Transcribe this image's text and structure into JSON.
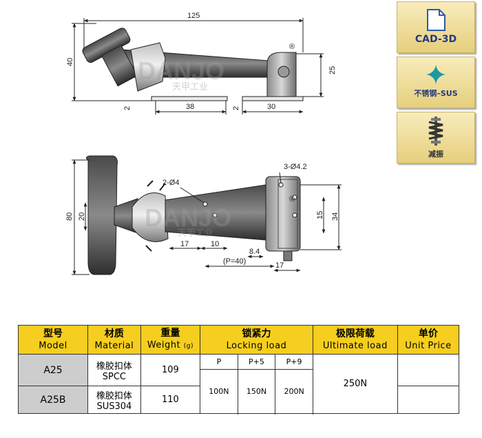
{
  "drawing_top": {
    "dims": {
      "overall_length": "125",
      "height": "40",
      "base_height": "25",
      "base_left_width": "38",
      "base_right_width": "30",
      "thickness_left": "2",
      "thickness_right": "2"
    }
  },
  "drawing_bottom": {
    "dims": {
      "holes_3": "3-Ø4.2",
      "holes_2": "2-Ø4",
      "height_80": "80",
      "width_20": "20",
      "hole_spacing_15": "15",
      "height_34": "34",
      "offset_17": "17",
      "offset_10": "10",
      "offset_8_4": "8.4",
      "pitch_p": "(P=40)",
      "right_17": "17"
    }
  },
  "watermark": {
    "brand": "DANJO",
    "cn": "天甲工业"
  },
  "badges": [
    {
      "label": "CAD-3D",
      "icon": "document-icon"
    },
    {
      "label": "不锈钢–SUS",
      "icon": "sparkle-icon"
    },
    {
      "label": "减振",
      "icon": "spring-icon"
    }
  ],
  "table": {
    "headers": {
      "model_cn": "型号",
      "model_en": "Model",
      "material_cn": "材质",
      "material_en": "Material",
      "weight_cn": "重量",
      "weight_en": "Weight",
      "weight_unit": "(g)",
      "locking_cn": "锁紧力",
      "locking_en": "Locking load",
      "ultimate_cn": "极限荷载",
      "ultimate_en": "Ultimate load",
      "price_cn": "单价",
      "price_en": "Unit Price"
    },
    "locking_sub": [
      "P",
      "P+5",
      "P+9"
    ],
    "locking_values": [
      "100N",
      "150N",
      "200N"
    ],
    "ultimate_value": "250N",
    "rows": [
      {
        "model": "A25",
        "material_1": "橡胶扣体",
        "material_2": "SPCC",
        "weight": "109",
        "price": ""
      },
      {
        "model": "A25B",
        "material_1": "橡胶扣体",
        "material_2": "SUS304",
        "weight": "110",
        "price": ""
      }
    ]
  }
}
